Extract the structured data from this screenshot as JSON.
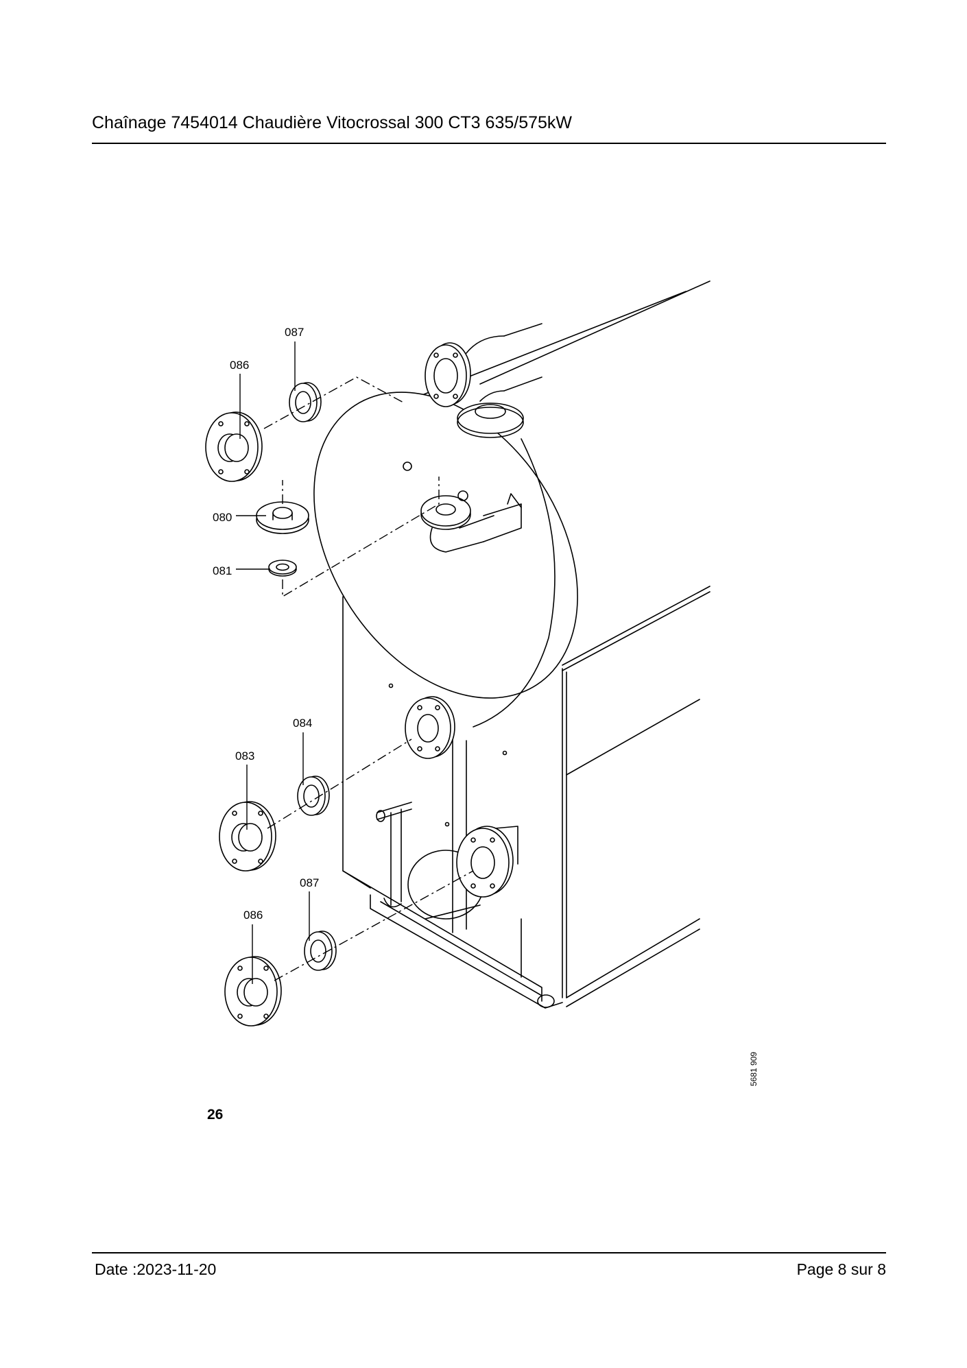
{
  "header": {
    "title": "Chaînage 7454014 Chaudière Vitocrossal 300 CT3 635/575kW"
  },
  "diagram": {
    "figure_number": "26",
    "drawing_id": "5681 909",
    "labels": {
      "p087_top": "087",
      "p086_top": "086",
      "p080": "080",
      "p081": "081",
      "p084": "084",
      "p083": "083",
      "p087_bottom": "087",
      "p086_bottom": "086"
    }
  },
  "footer": {
    "date": "Date :2023-11-20",
    "page": "Page 8 sur  8"
  }
}
